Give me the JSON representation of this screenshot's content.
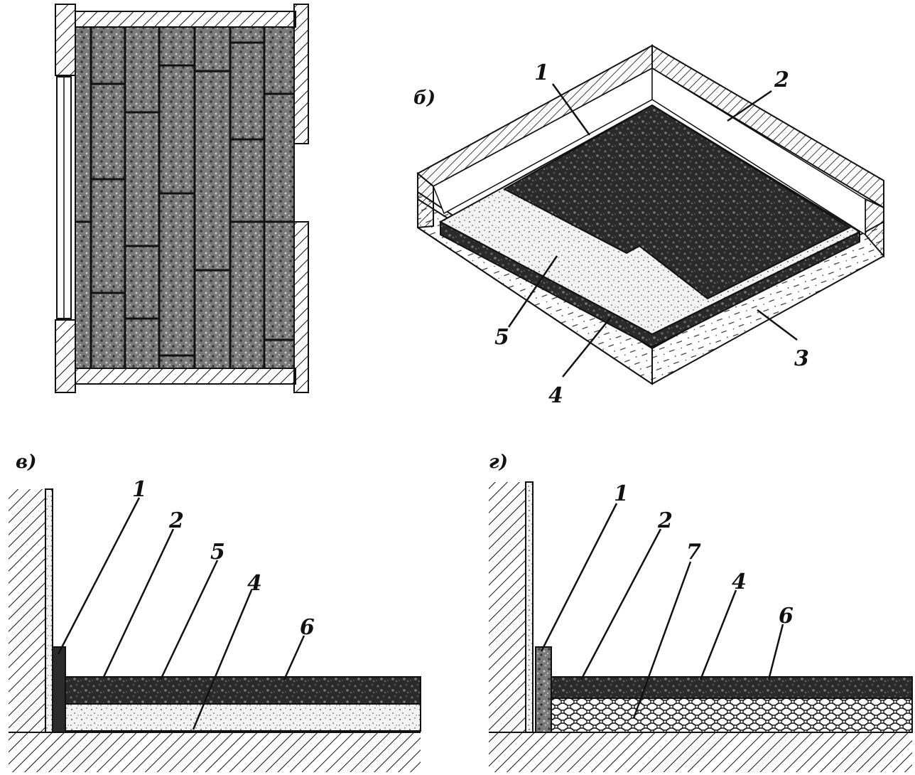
{
  "panel_b": {
    "letter": "б)",
    "callouts": [
      "1",
      "2",
      "3",
      "4",
      "5"
    ]
  },
  "panel_v": {
    "letter": "в)",
    "callouts": [
      "1",
      "2",
      "5",
      "4",
      "6"
    ]
  },
  "panel_g": {
    "letter": "г)",
    "callouts": [
      "1",
      "2",
      "7",
      "4",
      "6"
    ]
  },
  "colors": {
    "ink": "#111111",
    "dark_fill": "#2b2b2b",
    "stipple_fill": "#f1f1f1",
    "tile_fill": "#6f6f6f",
    "paper": "#ffffff"
  }
}
